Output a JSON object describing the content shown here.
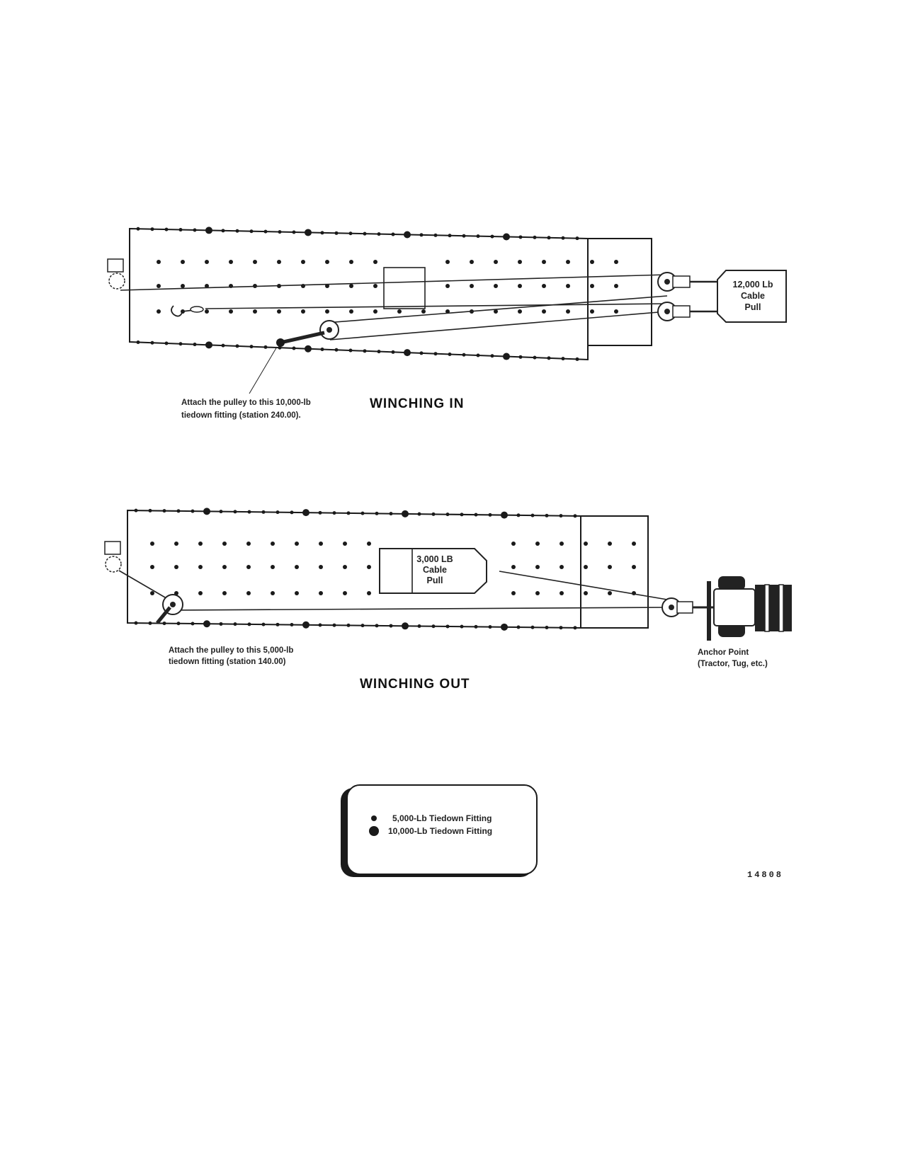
{
  "winching_in": {
    "title": "WINCHING IN",
    "note_line1": "Attach the pulley to this 10,000-lb",
    "note_line2": "tiedown fitting (station 240.00).",
    "box_line1": "12,000 Lb",
    "box_line2": "Cable",
    "box_line3": "Pull"
  },
  "winching_out": {
    "title": "WINCHING OUT",
    "note_line1": "Attach the pulley to this 5,000-lb",
    "note_line2": "tiedown fitting (station 140.00)",
    "box_line1": "3,000 LB",
    "box_line2": "Cable",
    "box_line3": "Pull",
    "anchor_line1": "Anchor Point",
    "anchor_line2": "(Tractor, Tug, etc.)"
  },
  "legend": {
    "small_label": "5,000-Lb Tiedown Fitting",
    "large_label": "10,000-Lb Tiedown Fitting"
  },
  "figure_number": "14808"
}
